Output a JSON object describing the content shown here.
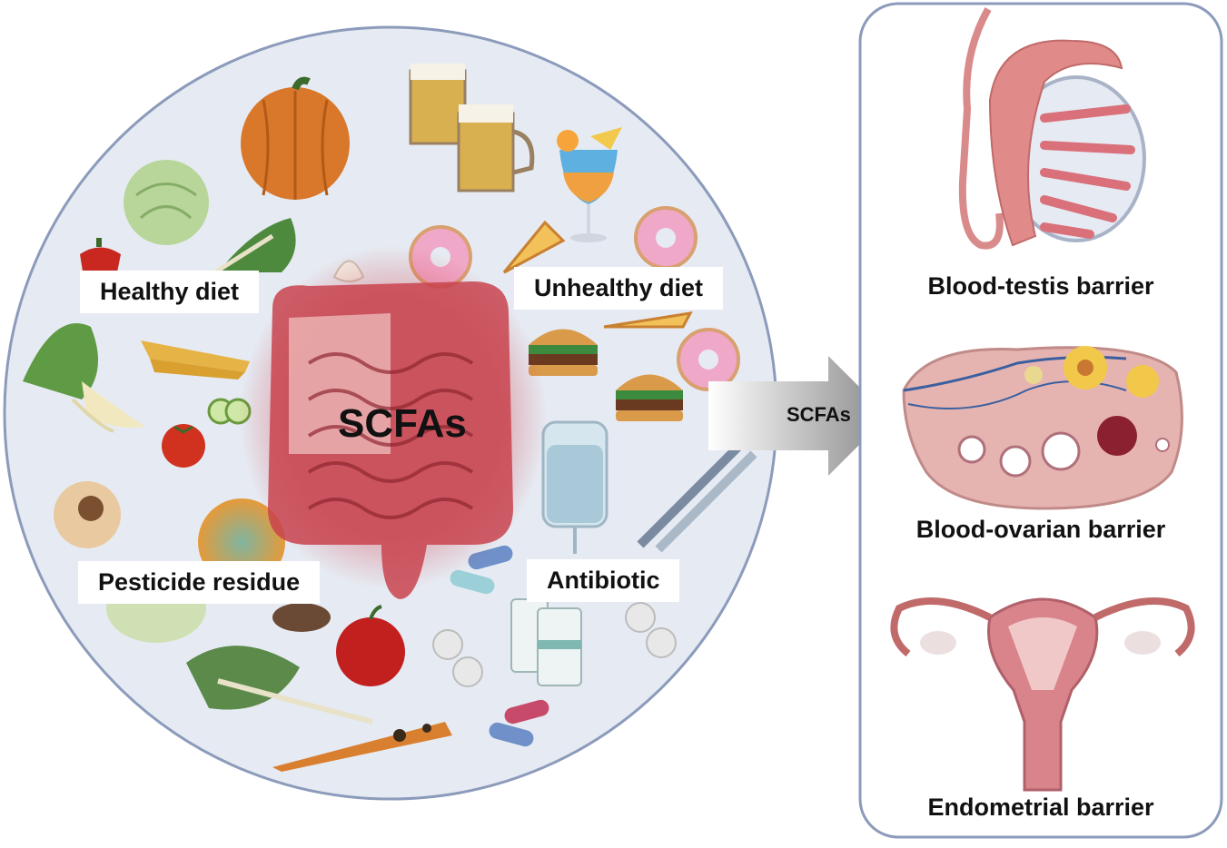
{
  "left_panel": {
    "center_label": "SCFAs",
    "labels": {
      "healthy": "Healthy diet",
      "unhealthy": "Unhealthy diet",
      "pesticide": "Pesticide residue",
      "antibiotic": "Antibiotic"
    },
    "icons": [
      "pumpkin-icon",
      "cabbage-icon",
      "chard-icon",
      "pepper-icon",
      "radish-icon",
      "carrot-icon",
      "cucumber-icon",
      "tomato-icon",
      "garlic-icon",
      "rotten-apple-icon",
      "moldy-orange-icon",
      "lettuce-icon",
      "kiwi-icon",
      "apple-icon",
      "leafy-green-icon",
      "rotten-carrot-icon",
      "beer-mug-icon",
      "cocktail-icon",
      "donut-icon",
      "pizza-icon",
      "burger-icon",
      "iv-bag-icon",
      "syringe-icon",
      "capsule-icon",
      "pill-icon",
      "vial-icon",
      "intestine-icon"
    ]
  },
  "arrow": {
    "label": "SCFAs"
  },
  "right_panel": {
    "barriers": [
      {
        "label": "Blood-testis barrier",
        "icon": "testis-icon"
      },
      {
        "label": "Blood-ovarian barrier",
        "icon": "ovary-icon"
      },
      {
        "label": "Endometrial barrier",
        "icon": "uterus-icon"
      }
    ]
  },
  "colors": {
    "circle_fill": "#e6ebf3",
    "circle_stroke": "#8c9bbb",
    "gut_red": "#b8323c",
    "gut_pink": "#e8a0a0",
    "arrow_gray": "#9a9a9a",
    "panel_stroke": "#8c9bbb"
  }
}
